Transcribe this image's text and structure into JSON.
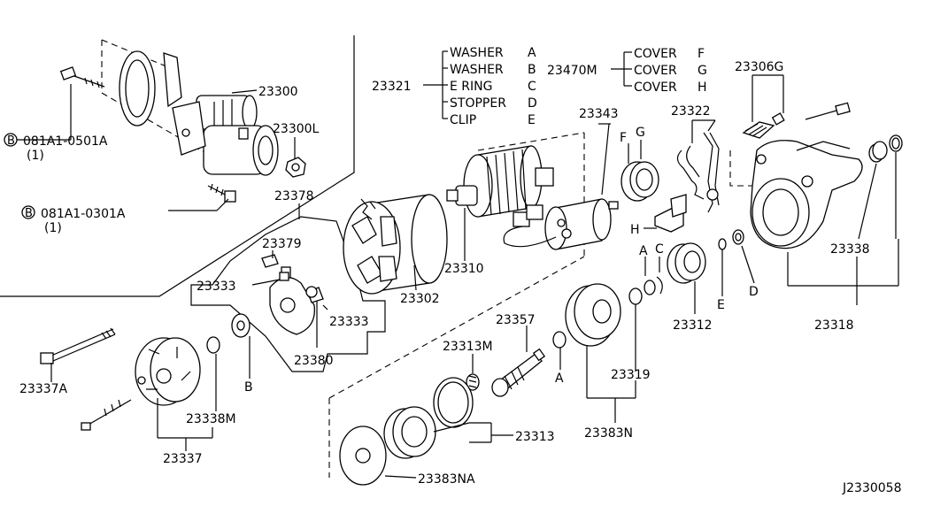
{
  "diagram_id": "J2330058",
  "legend_left": {
    "number": "23321",
    "items": [
      {
        "name": "WASHER",
        "key": "A"
      },
      {
        "name": "WASHER",
        "key": "B"
      },
      {
        "name": "E RING",
        "key": "C"
      },
      {
        "name": "STOPPER",
        "key": "D"
      },
      {
        "name": "CLIP",
        "key": "E"
      }
    ]
  },
  "legend_right": {
    "number": "23470M",
    "items": [
      {
        "name": "COVER",
        "key": "F"
      },
      {
        "name": "COVER",
        "key": "G"
      },
      {
        "name": "COVER",
        "key": "H"
      }
    ]
  },
  "bolts": [
    {
      "circle": "B",
      "code": "081A1-0501A",
      "qty": "(1)"
    },
    {
      "circle": "B",
      "code": "081A1-0301A",
      "qty": "(1)"
    }
  ],
  "parts": {
    "p23300": "23300",
    "p23300L": "23300L",
    "p23378": "23378",
    "p23379": "23379",
    "p23333a": "23333",
    "p23333b": "23333",
    "p23380": "23380",
    "p23302": "23302",
    "p23310": "23310",
    "p23343": "23343",
    "p23322": "23322",
    "p23306G": "23306G",
    "p23337A": "23337A",
    "p23338M": "23338M",
    "p23337": "23337",
    "p23313M": "23313M",
    "p23357": "23357",
    "p23313": "23313",
    "p23383NA": "23383NA",
    "p23319": "23319",
    "p23383N": "23383N",
    "p23312": "23312",
    "p23338": "23338",
    "p23318": "23318"
  },
  "letters": {
    "B": "B",
    "A1": "A",
    "A2": "A",
    "C": "C",
    "E": "E",
    "D": "D",
    "F": "F",
    "G": "G",
    "H": "H"
  }
}
